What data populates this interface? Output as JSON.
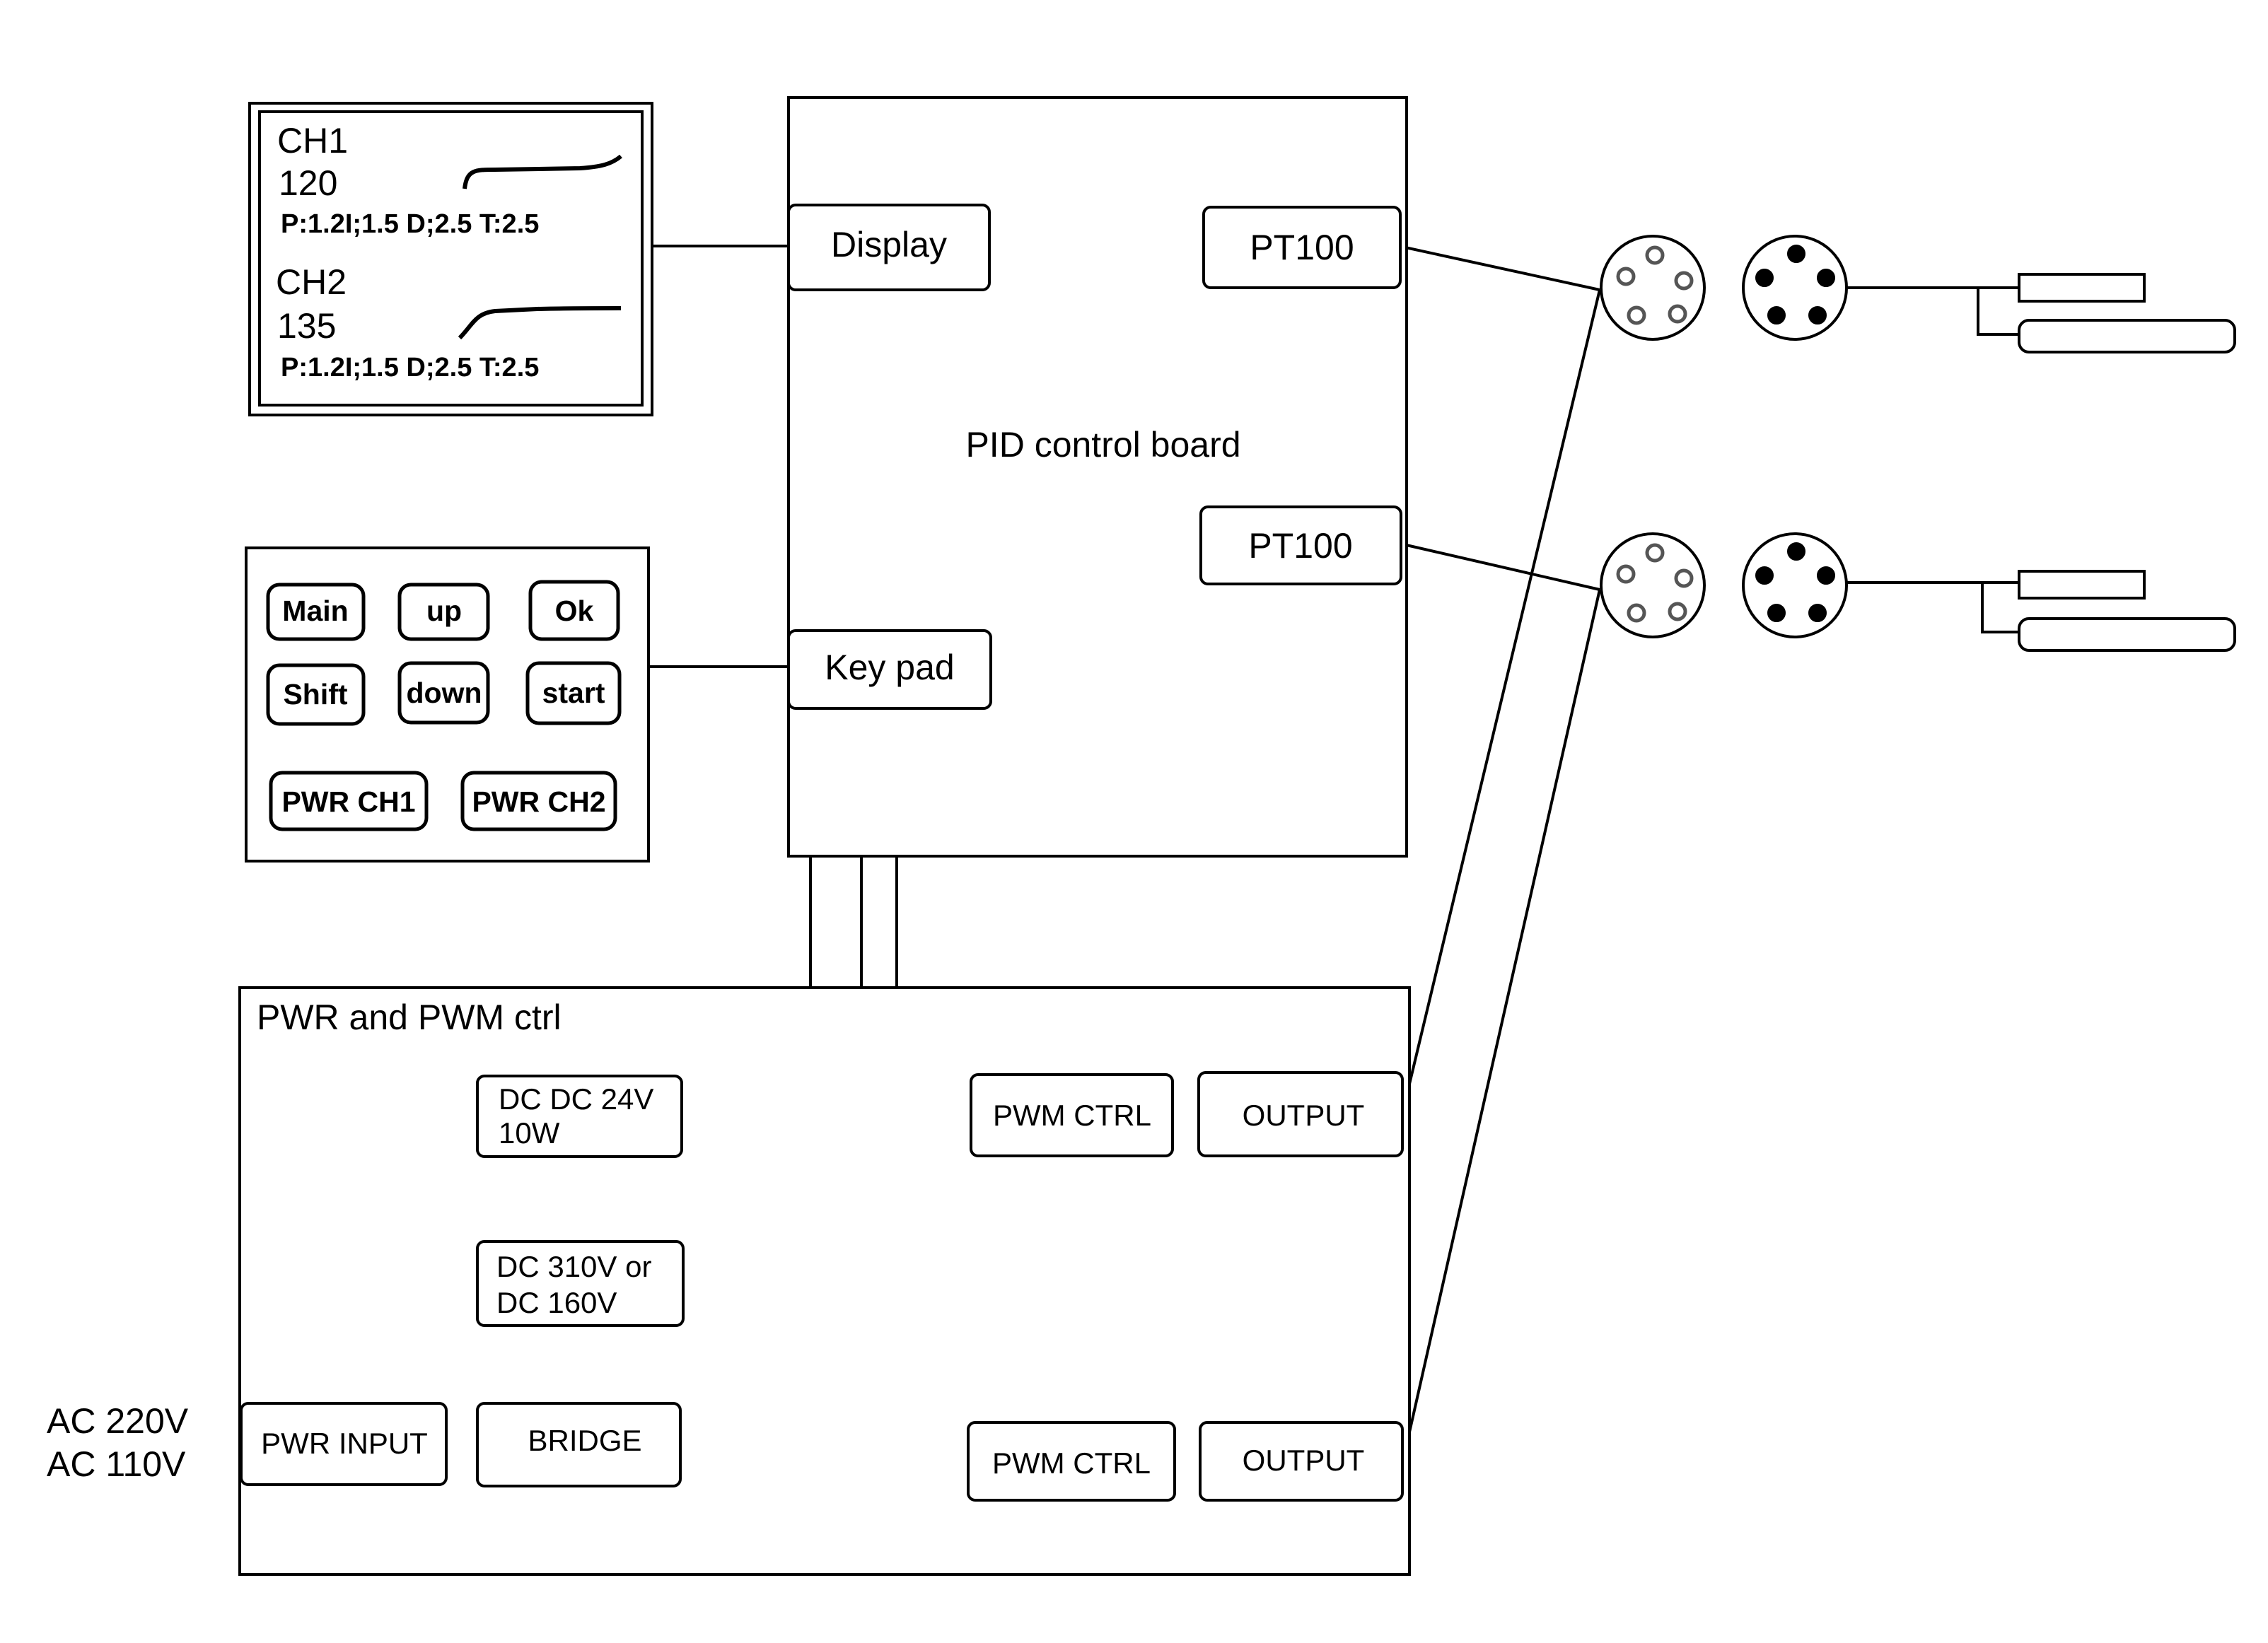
{
  "display_screen": {
    "channels": [
      {
        "name": "CH1",
        "value": "120",
        "params": "P:1.2I;1.5 D;2.5 T:2.5"
      },
      {
        "name": "CH2",
        "value": "135",
        "params": "P:1.2I;1.5 D;2.5 T:2.5"
      }
    ]
  },
  "keypad": {
    "buttons": {
      "main": "Main",
      "up": "up",
      "ok": "Ok",
      "shift": "Shift",
      "down": "down",
      "start": "start",
      "pwr_ch1": "PWR CH1",
      "pwr_ch2": "PWR CH2"
    }
  },
  "pid_board": {
    "title": "PID control board",
    "display_port": "Display",
    "keypad_port": "Key pad",
    "sensor_port_1": "PT100",
    "sensor_port_2": "PT100"
  },
  "power_section": {
    "title": "PWR and PWM ctrl",
    "dcdc": [
      "DC DC 24V",
      "10W"
    ],
    "dc_bus": [
      "DC 310V or",
      "DC 160V"
    ],
    "bridge": "BRIDGE",
    "pwr_input": "PWR INPUT",
    "pwm_ctrl_1": "PWM CTRL",
    "pwm_ctrl_2": "PWM CTRL",
    "output_1": "OUTPUT",
    "output_2": "OUTPUT"
  },
  "ac_input": [
    "AC 220V",
    "AC 110V"
  ]
}
